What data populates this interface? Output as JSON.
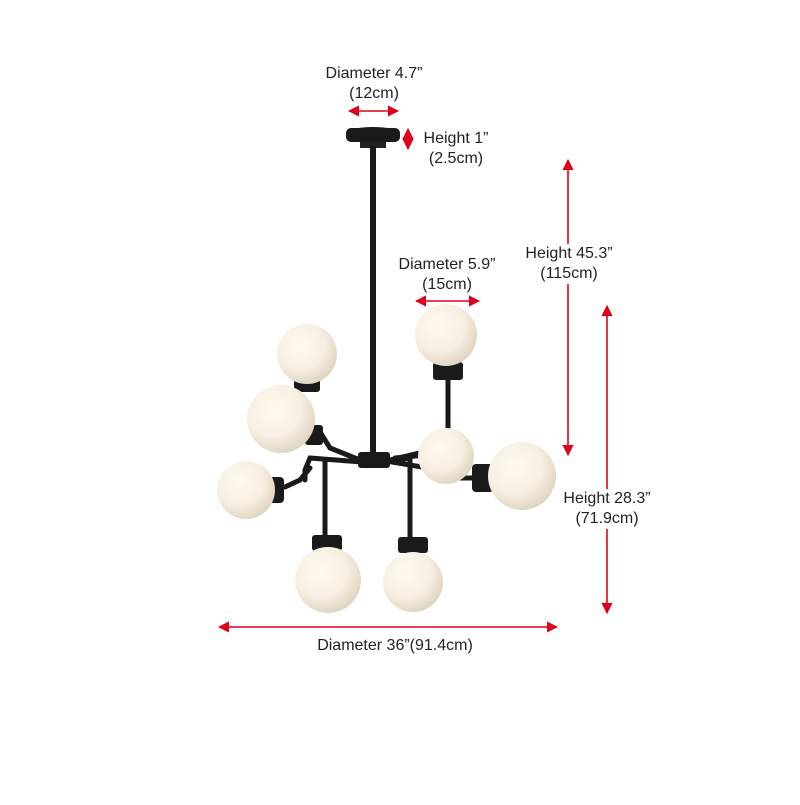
{
  "product": "chandelier-dimension-diagram",
  "accent_color": "#e0001a",
  "fixture_color": "#1a1a1a",
  "globe_color": "#f7efe2",
  "labels": {
    "canopy_diameter": {
      "line1": "Diameter 4.7”",
      "line2": "(12cm)"
    },
    "canopy_height": {
      "line1": "Height 1”",
      "line2": "(2.5cm)"
    },
    "globe_diameter": {
      "line1": "Diameter 5.9”",
      "line2": "(15cm)"
    },
    "total_height": {
      "line1": "Height 45.3”",
      "line2": "(115cm)"
    },
    "body_height": {
      "line1": "Height 28.3”",
      "line2": "(71.9cm)"
    },
    "total_diameter": {
      "line1": "Diameter 36”(91.4cm)"
    }
  }
}
